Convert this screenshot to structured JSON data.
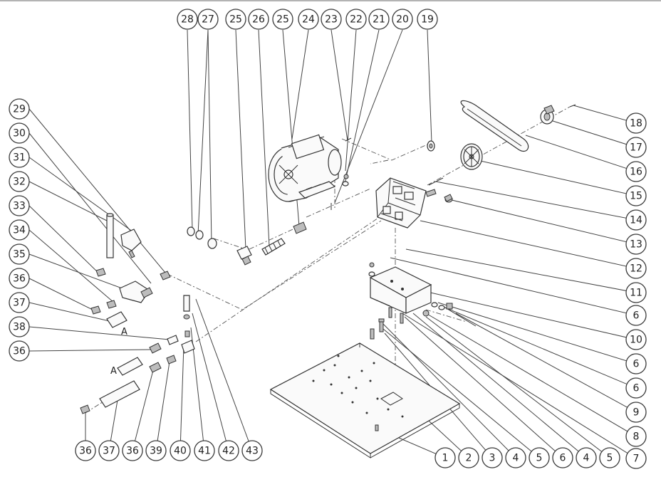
{
  "section_letter": "A",
  "callouts_top": [
    "28",
    "27",
    "25",
    "26",
    "25",
    "24",
    "23",
    "22",
    "21",
    "20",
    "19"
  ],
  "callouts_left": [
    "29",
    "30",
    "31",
    "32",
    "33",
    "34",
    "35",
    "36",
    "37",
    "38",
    "36"
  ],
  "callouts_right": [
    "18",
    "17",
    "16",
    "15",
    "14",
    "13",
    "12",
    "11",
    "6",
    "10",
    "6",
    "6",
    "9",
    "8",
    "7"
  ],
  "callouts_bottom": [
    "36",
    "37",
    "36",
    "39",
    "40",
    "41",
    "42",
    "43",
    "1",
    "2",
    "3",
    "4",
    "5",
    "6",
    "4",
    "5"
  ]
}
